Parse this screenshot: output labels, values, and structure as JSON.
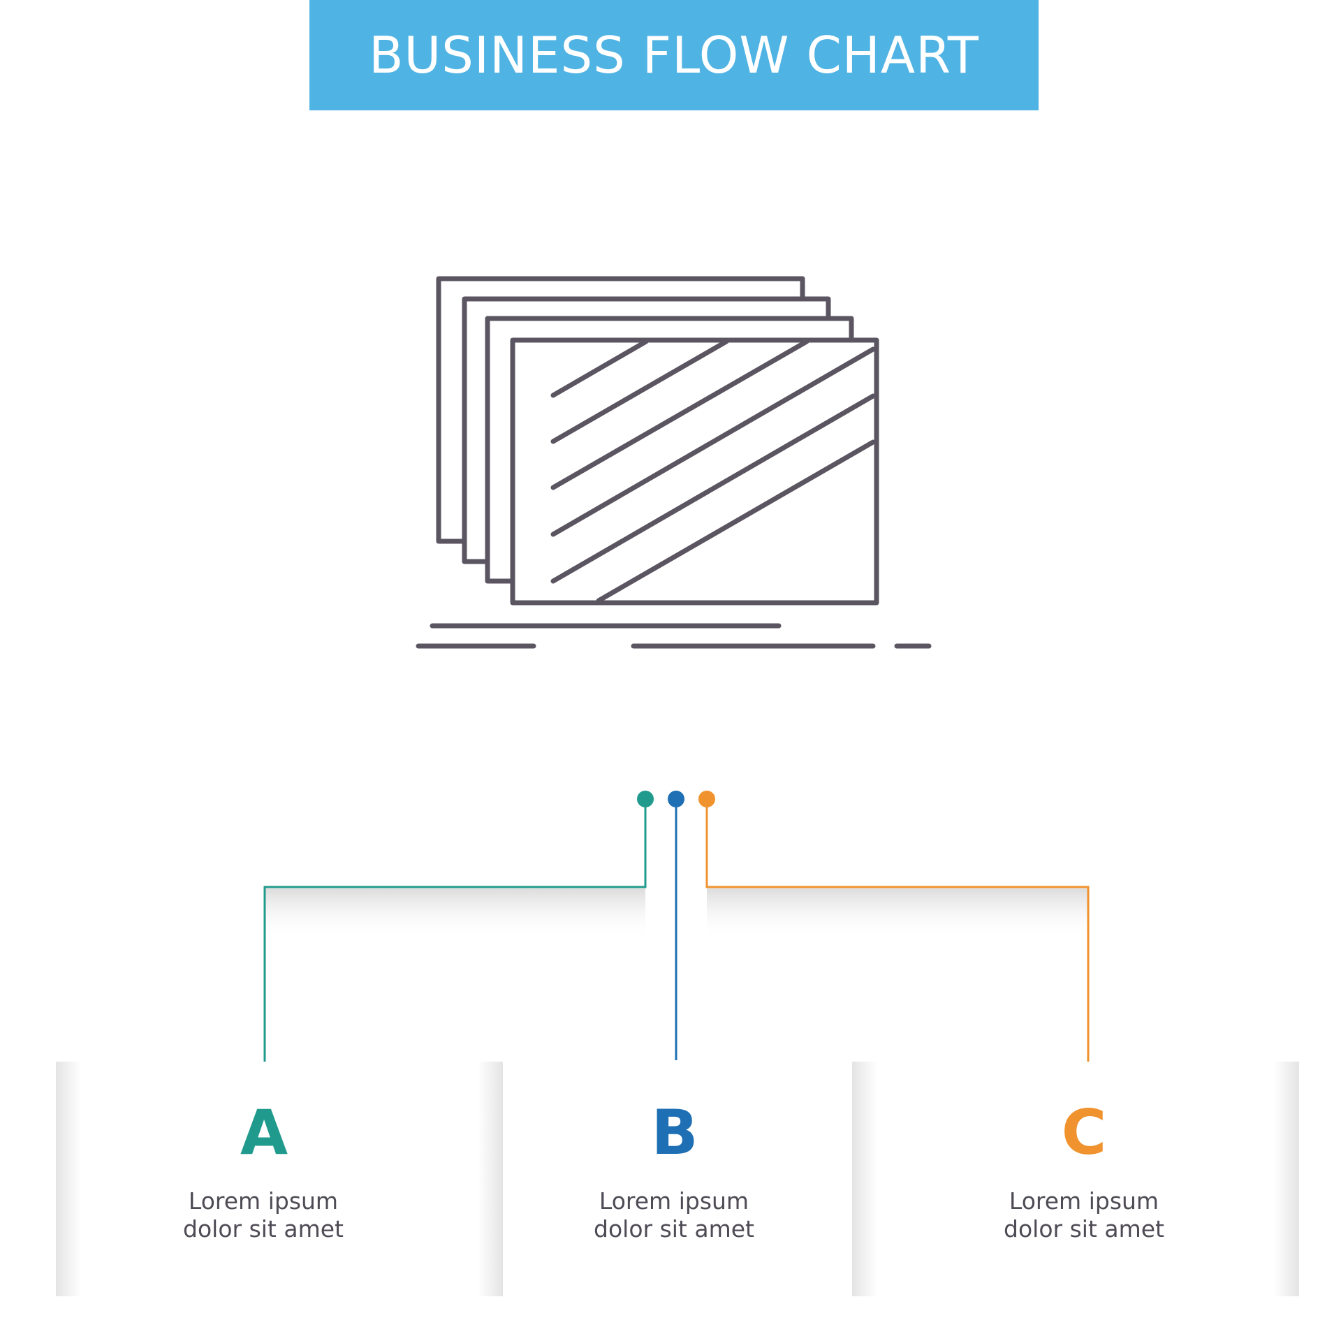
{
  "title": "BUSINESS FLOW CHART",
  "colors": {
    "banner": "#4fb3e3",
    "icon_stroke": "#5a5560",
    "a": "#1f9a8c",
    "b": "#1e6fb3",
    "c": "#f0922d"
  },
  "icon": "stacked-slides-icon",
  "steps": [
    {
      "letter": "A",
      "line1": "Lorem ipsum",
      "line2": "dolor sit amet"
    },
    {
      "letter": "B",
      "line1": "Lorem ipsum",
      "line2": "dolor sit amet"
    },
    {
      "letter": "C",
      "line1": "Lorem ipsum",
      "line2": "dolor sit amet"
    }
  ]
}
